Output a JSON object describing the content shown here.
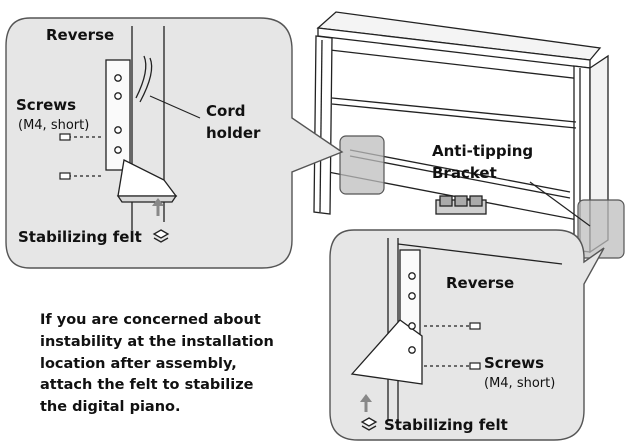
{
  "callout_top_left": {
    "reverse": "Reverse",
    "screws": "Screws",
    "screws_spec": "(M4, short)",
    "cord_holder_line1": "Cord",
    "cord_holder_line2": "holder",
    "stabilizing_felt": "Stabilizing felt"
  },
  "main_view": {
    "bracket_line1": "Anti-tipping",
    "bracket_line2": "Bracket"
  },
  "callout_bottom_right": {
    "reverse": "Reverse",
    "screws": "Screws",
    "screws_spec": "(M4, short)",
    "stabilizing_felt": "Stabilizing felt"
  },
  "note_lines": [
    "If you are concerned about",
    "instability at the installation",
    "location after assembly,",
    "attach the felt to stabilize",
    "the digital piano."
  ],
  "icons": [
    "felt-stack-icon",
    "up-arrow-icon",
    "screw-icon"
  ],
  "colors": {
    "callout_fill": "#e6e6e6",
    "callout_border": "#555555",
    "line": "#222222",
    "bracket_gray": "#bfbfbf"
  }
}
